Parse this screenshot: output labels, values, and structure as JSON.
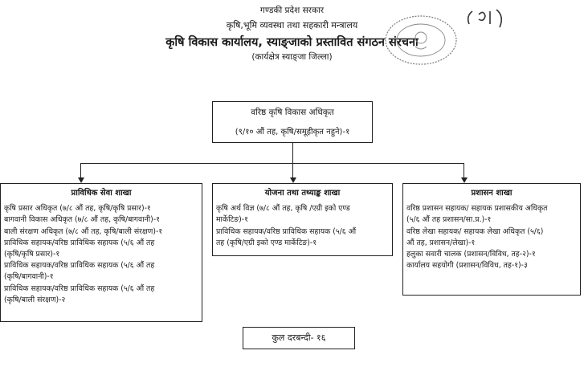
{
  "header": {
    "line1": "गण्डकी प्रदेश सरकार",
    "line2": "कृषि,भूमि व्यवस्था तथा सहकारी मन्त्रालय",
    "line3": "कृषि विकास कार्यालय, स्याङ्जाको प्रस्तावित संगठन संरचना",
    "line4": "(कार्यक्षेत्र स्याङ्जा जिल्ला)"
  },
  "head_office": {
    "title": "वरिष्ठ कृषि विकास अधिकृत",
    "detail": "(९/१० औं तह, कृषि/समूहीकृत नहुने)-१"
  },
  "branches": [
    {
      "title": "प्राविधिक सेवा शाखा",
      "items": [
        "कृषि प्रसार अधिकृत (७/८ औं तह, कृषि/कृषि प्रसार)-१",
        "बागवानी विकास अधिकृत (७/८ औं तह, कृषि/बागवानी)-१",
        "बाली संरक्षण अधिकृत (७/८ औं तह, कृषि/बाली संरक्षण)-१",
        "प्राविधिक सहायक/वरिष्ठ प्राविधिक सहायक (५/६ औं तह",
        "(कृषि/कृषि प्रसार)-१",
        "प्राविधिक सहायक/वरिष्ठ प्राविधिक सहायक (५/६ औं तह",
        "(कृषि/बागवानी)-१",
        "प्राविधिक सहायक/वरिष्ठ प्राविधिक सहायक (५/६ औं तह",
        "(कृषि/बाली संरक्षण)-२"
      ]
    },
    {
      "title": "योजना तथा तथ्याङ्क शाखा",
      "items": [
        "कृषि अर्थ विज्ञ (७/८ औं तह, कृषि /एग्री इको एण्ड",
        "मार्केटिङ)-१",
        "प्राविधिक सहायक/वरिष्ठ प्राविधिक सहायक (५/६ औं",
        "तह (कृषि/एग्री इको एण्ड मार्केटिङ)-१"
      ]
    },
    {
      "title": "प्रशासन शाखा",
      "items": [
        "वरिष्ठ प्रशासन सहायक/ सहायक प्रशासकीय अधिकृत",
        "(५/६ औं तह प्रशासन/सा.प्र.)-१",
        "वरिष्ठ लेखा सहायक/ सहायक लेखा अधिकृत (५/६)",
        "औं तह, प्रशासन/लेखा)-१",
        "हलुका सवारी चालक (प्रशासन/विविध, तह-२)-१",
        "कार्यालय सहयोगी (प्रशासन/विविध, तह-१)-३"
      ]
    }
  ],
  "total": "कुल दरबन्दी- १६",
  "signature": "(१)"
}
